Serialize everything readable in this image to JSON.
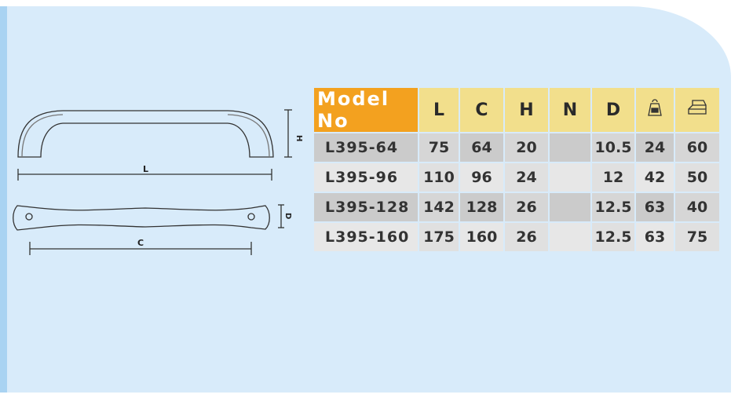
{
  "drawing": {
    "labels": {
      "length": "L",
      "height": "H",
      "diameter": "D",
      "center": "C"
    }
  },
  "table": {
    "headers": [
      "Model No",
      "L",
      "C",
      "H",
      "N",
      "D"
    ],
    "icon_headers": [
      "weight-bag-icon",
      "box-icon"
    ],
    "rows": [
      [
        "L395-64",
        "75",
        "64",
        "20",
        "",
        "10.5",
        "24",
        "60"
      ],
      [
        "L395-96",
        "110",
        "96",
        "24",
        "",
        "12",
        "42",
        "50"
      ],
      [
        "L395-128",
        "142",
        "128",
        "26",
        "",
        "12.5",
        "63",
        "40"
      ],
      [
        "L395-160",
        "175",
        "160",
        "26",
        "",
        "12.5",
        "63",
        "75"
      ]
    ]
  }
}
